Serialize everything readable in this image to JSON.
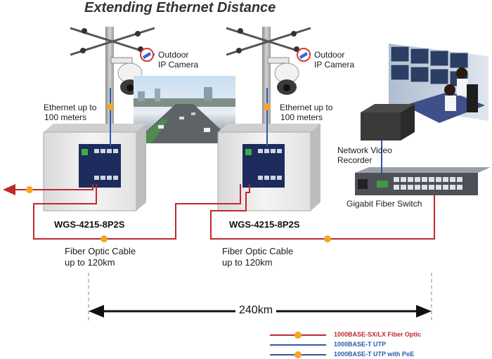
{
  "title": "Extending Ethernet Distance",
  "cameras": [
    {
      "label_line1": "Outdoor",
      "label_line2": "IP Camera",
      "ethernet_line1": "Ethernet up to",
      "ethernet_line2": "100 meters"
    },
    {
      "label_line1": "Outdoor",
      "label_line2": "IP Camera",
      "ethernet_line1": "Ethernet up to",
      "ethernet_line2": "100 meters"
    }
  ],
  "switches": [
    {
      "model": "WGS-4215-8P2S"
    },
    {
      "model": "WGS-4215-8P2S"
    }
  ],
  "nvr": {
    "line1": "Network Video",
    "line2": "Recorder"
  },
  "gigabit_switch": {
    "label": "Gigabit Fiber Switch"
  },
  "fiber_cables": [
    {
      "line1": "Fiber Optic Cable",
      "line2": "up to 120km"
    },
    {
      "line1": "Fiber Optic Cable",
      "line2": "up to 120km"
    }
  ],
  "distance": "240km",
  "legend": [
    {
      "label": "1000BASE-SX/LX Fiber Optic",
      "color": "#c0272d"
    },
    {
      "label": "1000BASE-T UTP",
      "color": "#2b5aa8"
    },
    {
      "label": "1000BASE-T UTP with PoE",
      "color": "#2b5aa8"
    }
  ],
  "colors": {
    "fiber": "#c0272d",
    "utp": "#2b5aa8",
    "marker": "#f5a623",
    "text": "#1a1a1a"
  }
}
